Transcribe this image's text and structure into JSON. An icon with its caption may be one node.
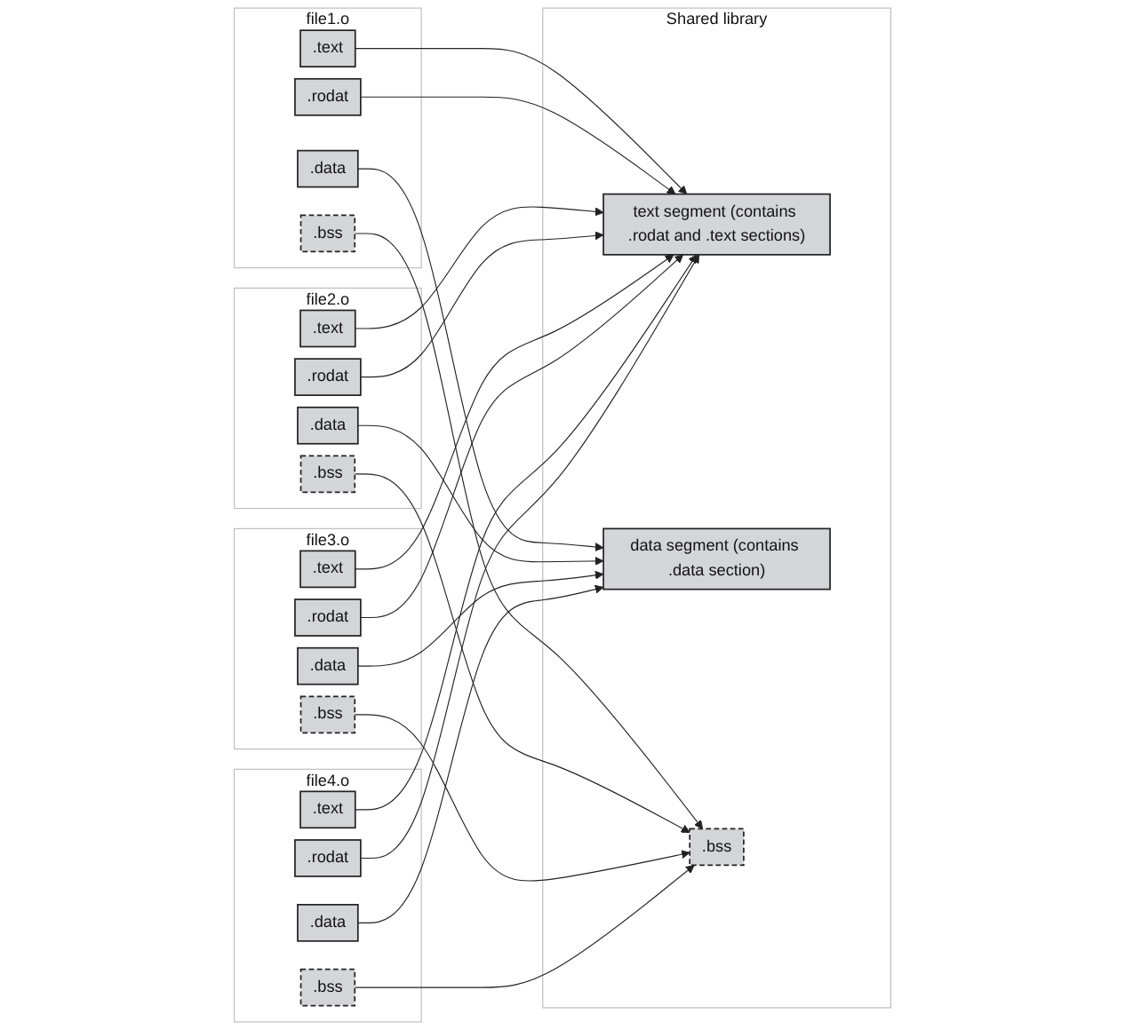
{
  "diagram": {
    "nodes": [
      {
        "text": [
          "file1.o"
        ]
      },
      {
        "text": [
          ".text"
        ],
        "in": 0
      },
      {
        "text": [
          ".data"
        ],
        "in": 0
      },
      {
        "text": [
          ".rodat"
        ],
        "in": 0
      },
      {
        "text": [
          ".bss"
        ],
        "in": 0
      },
      {
        "text": [
          "Shared library"
        ]
      },
      {
        "text": [
          "text segment (contains .rodat and .text sections)"
        ],
        "in": 5
      },
      {
        "text": [
          "data segment (contains .data section)"
        ],
        "in": 5
      },
      {
        "text": [
          ".bss"
        ],
        "in": 5
      },
      {
        "text": [
          "file2.o"
        ]
      },
      {
        "text": [
          ".text"
        ],
        "in": 9
      },
      {
        "text": [
          ".rodat"
        ],
        "in": 9
      },
      {
        "text": [
          ".data"
        ],
        "in": 9
      },
      {
        "text": [
          ".bss"
        ],
        "in": 9
      },
      {
        "text": [
          "file3.o"
        ]
      },
      {
        "text": [
          ".text"
        ],
        "in": 14
      },
      {
        "text": [
          ".data"
        ],
        "in": 14
      },
      {
        "text": [
          ".rodat"
        ],
        "in": 14
      },
      {
        "text": [
          ".bss"
        ],
        "in": 14
      },
      {
        "text": [
          "file4.o"
        ]
      },
      {
        "text": [
          ".text"
        ],
        "in": 19
      },
      {
        "text": [
          ".data"
        ],
        "in": 19
      },
      {
        "text": [
          ".rodat"
        ],
        "in": 19
      },
      {
        "text": [
          ".bss"
        ],
        "in": 19
      }
    ],
    "edges": [
      {
        "from": 1,
        "to": 6,
        "arrow": "to"
      },
      {
        "from": 2,
        "to": 7,
        "arrow": "to"
      },
      {
        "from": 3,
        "to": 6,
        "arrow": "to"
      },
      {
        "from": 4,
        "to": 8,
        "arrow": "to"
      },
      {
        "from": 10,
        "to": 6,
        "arrow": "to"
      },
      {
        "from": 11,
        "to": 6,
        "arrow": "to"
      },
      {
        "from": 12,
        "to": 7,
        "arrow": "to"
      },
      {
        "from": 13,
        "to": 8,
        "arrow": "to"
      },
      {
        "from": 15,
        "to": 6,
        "arrow": "to"
      },
      {
        "from": 16,
        "to": 7,
        "arrow": "to"
      },
      {
        "from": 17,
        "to": 6,
        "arrow": "to"
      },
      {
        "from": 18,
        "to": 8,
        "arrow": "to"
      },
      {
        "from": 20,
        "to": 6,
        "arrow": "to"
      },
      {
        "from": 21,
        "to": 7,
        "arrow": "to"
      },
      {
        "from": 22,
        "to": 6,
        "arrow": "to"
      },
      {
        "from": 23,
        "to": 8,
        "arrow": "to"
      }
    ]
  }
}
